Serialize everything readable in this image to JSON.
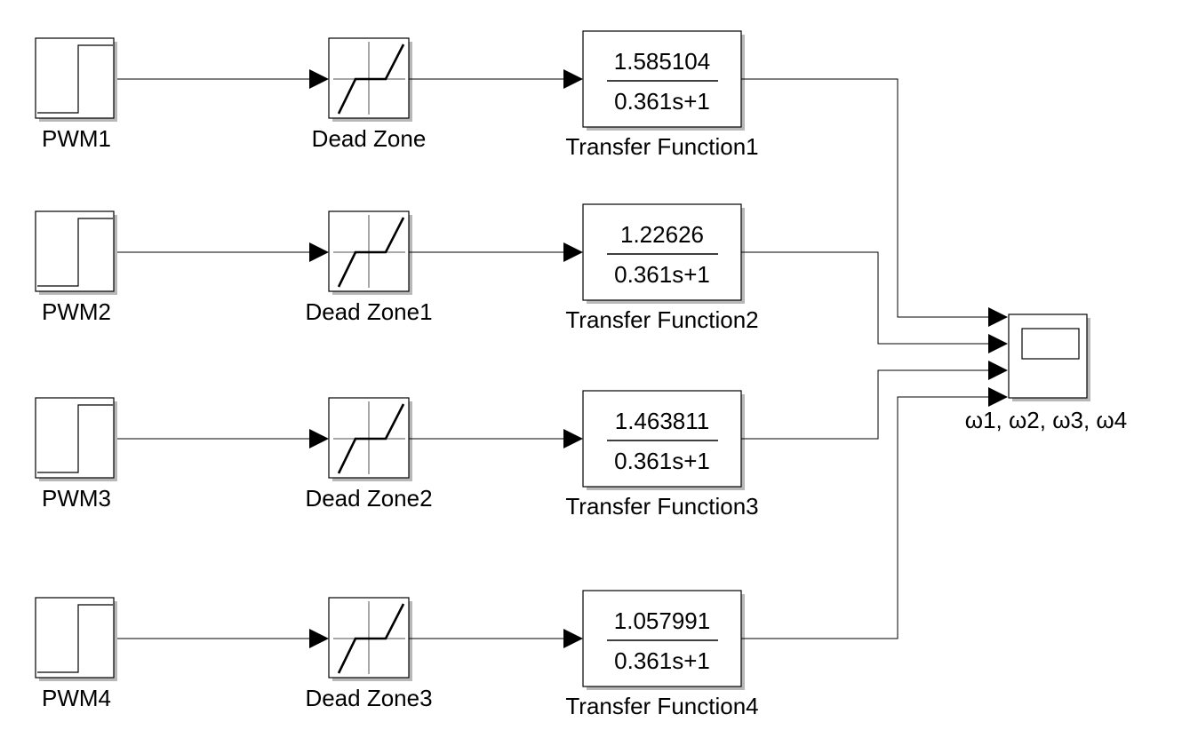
{
  "sources": [
    {
      "label": "PWM1"
    },
    {
      "label": "PWM2"
    },
    {
      "label": "PWM3"
    },
    {
      "label": "PWM4"
    }
  ],
  "dead_zones": [
    {
      "label": "Dead Zone"
    },
    {
      "label": "Dead Zone1"
    },
    {
      "label": "Dead Zone2"
    },
    {
      "label": "Dead Zone3"
    }
  ],
  "transfer_functions": [
    {
      "label": "Transfer Function1",
      "numerator": "1.585104",
      "denominator": "0.361s+1"
    },
    {
      "label": "Transfer Function2",
      "numerator": "1.22626",
      "denominator": "0.361s+1"
    },
    {
      "label": "Transfer Function3",
      "numerator": "1.463811",
      "denominator": "0.361s+1"
    },
    {
      "label": "Transfer Function4",
      "numerator": "1.057991",
      "denominator": "0.361s+1"
    }
  ],
  "scope": {
    "label": "ω1, ω2, ω3, ω4"
  }
}
